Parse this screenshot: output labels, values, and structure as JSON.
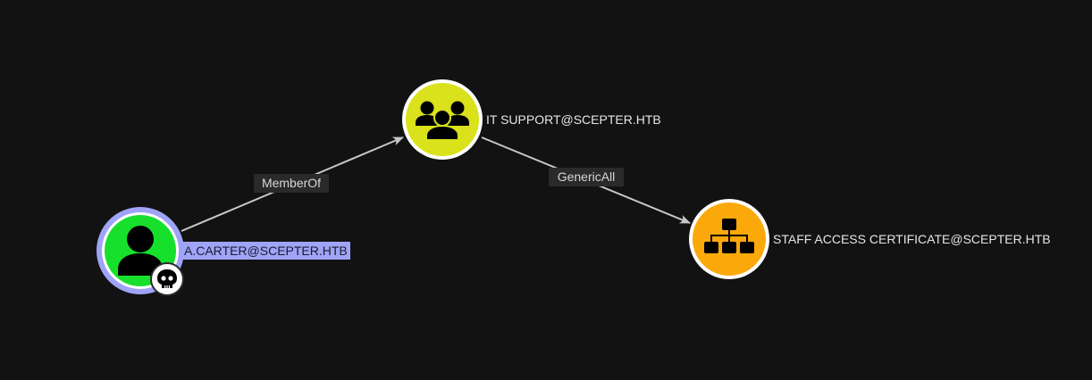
{
  "nodes": [
    {
      "id": "a-carter",
      "label": "A.CARTER@SCEPTER.HTB",
      "type": "user",
      "icon": "user-icon",
      "badge_icon": "skull-icon",
      "fill_color": "#17e02d",
      "ring_color": "#9fa4f7",
      "label_bg": "#9fa4f7",
      "label_color": "#1b1b2e",
      "selected": true
    },
    {
      "id": "it-support",
      "label": "IT SUPPORT@SCEPTER.HTB",
      "type": "group",
      "icon": "group-icon",
      "fill_color": "#d9e21a",
      "ring_color": "#ffffff",
      "label_color": "#e6e6e6"
    },
    {
      "id": "staff-access-cert",
      "label": "STAFF ACCESS CERTIFICATE@SCEPTER.HTB",
      "type": "cert-template",
      "icon": "hierarchy-icon",
      "fill_color": "#fba80a",
      "ring_color": "#ffffff",
      "label_color": "#e6e6e6"
    }
  ],
  "edges": [
    {
      "from": "a-carter",
      "to": "it-support",
      "label": "MemberOf"
    },
    {
      "from": "it-support",
      "to": "staff-access-cert",
      "label": "GenericAll"
    }
  ],
  "colors": {
    "background": "#121212",
    "edge": "#c8c8c8",
    "edge_label_bg": "#2a2a2a",
    "edge_label_text": "#d6d6d6"
  }
}
